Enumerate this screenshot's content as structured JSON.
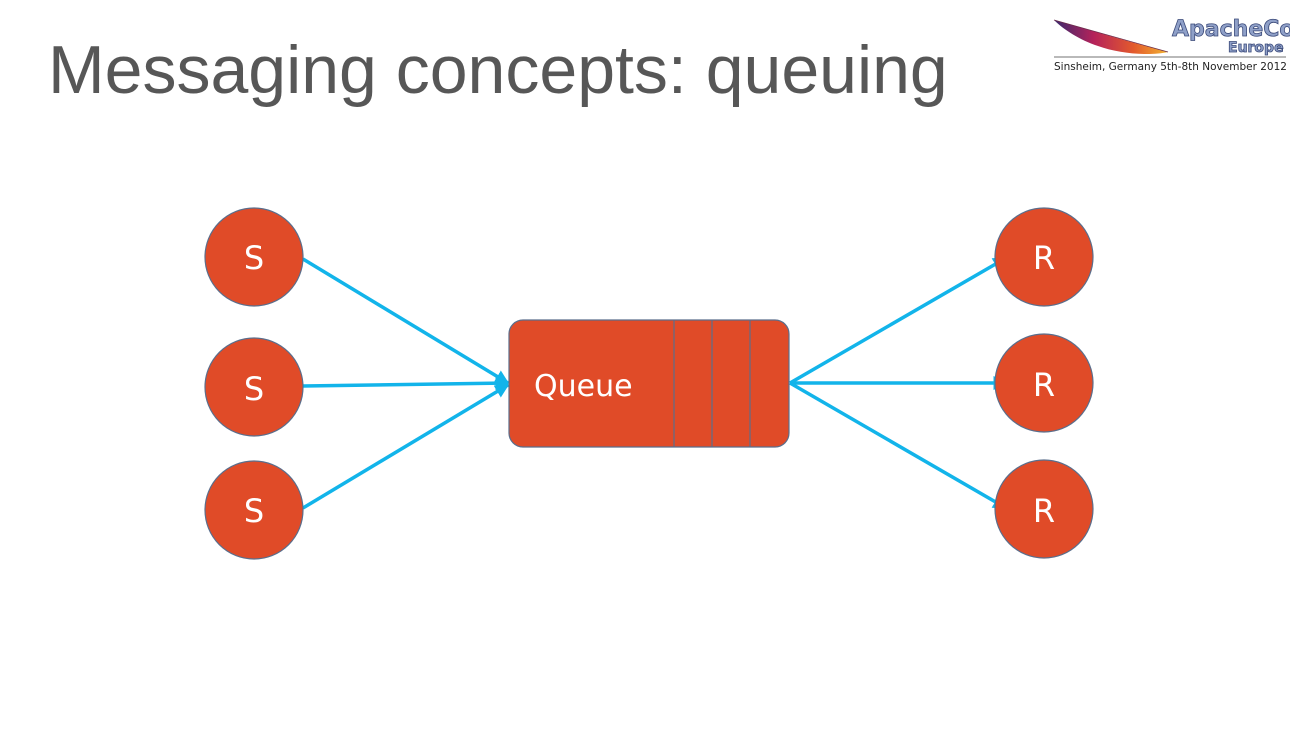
{
  "slide": {
    "title": "Messaging concepts: queuing"
  },
  "logo": {
    "brand": "ApacheCon",
    "region": "Europe",
    "tagline": "Sinsheim, Germany 5th-8th November 2012"
  },
  "diagram": {
    "queue_label": "Queue",
    "senders": [
      {
        "label": "S"
      },
      {
        "label": "S"
      },
      {
        "label": "S"
      }
    ],
    "receivers": [
      {
        "label": "R"
      },
      {
        "label": "R"
      },
      {
        "label": "R"
      }
    ],
    "colors": {
      "node_fill": "#e04b28",
      "node_stroke": "#5a6e8c",
      "arrow": "#12b4ea",
      "title": "#575757"
    }
  }
}
